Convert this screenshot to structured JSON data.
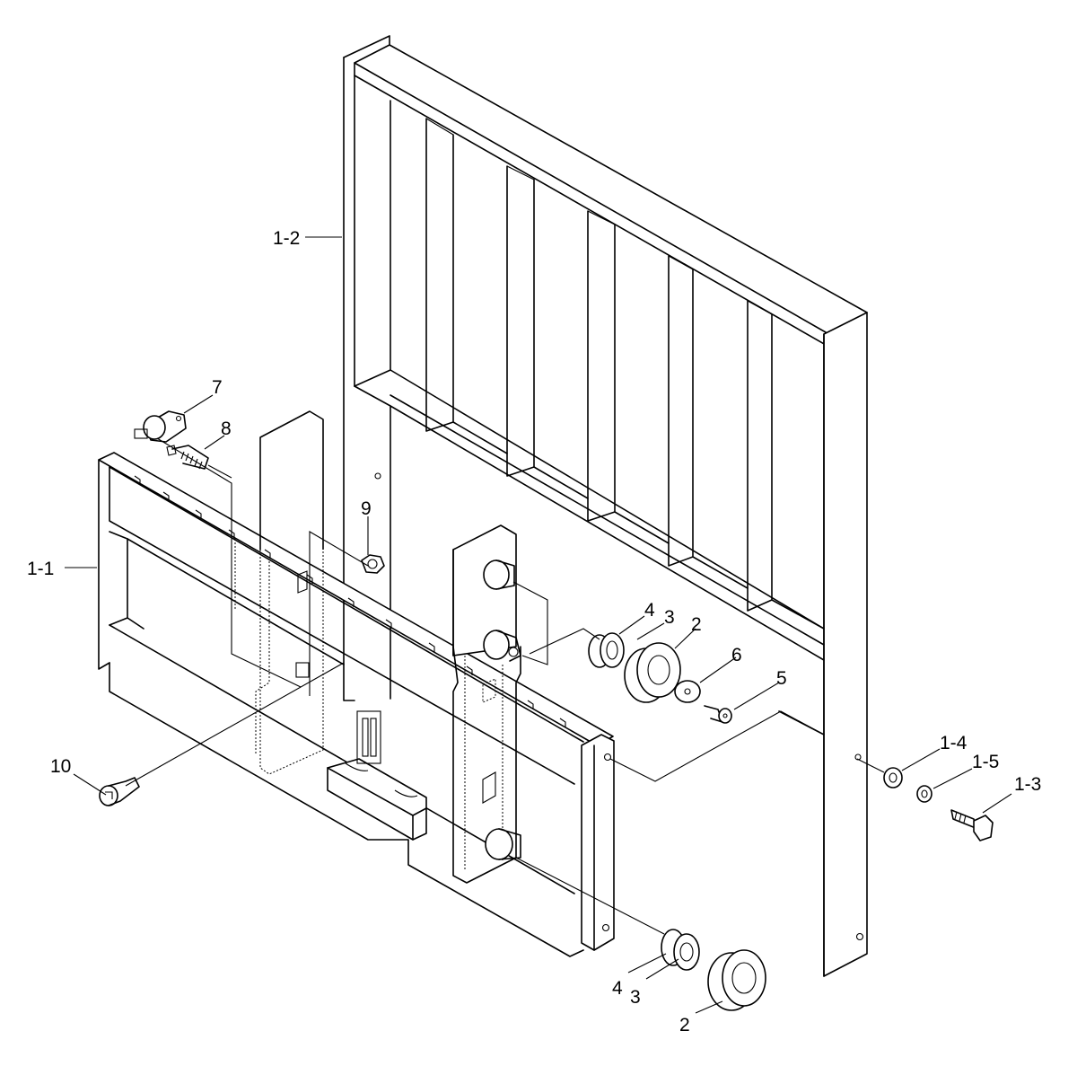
{
  "callouts": {
    "c_1_1": "1-1",
    "c_1_2": "1-2",
    "c_1_3": "1-3",
    "c_1_4": "1-4",
    "c_1_5": "1-5",
    "c_2_top": "2",
    "c_2_bottom": "2",
    "c_3_top": "3",
    "c_3_bottom": "3",
    "c_4_top": "4",
    "c_4_bottom": "4",
    "c_5": "5",
    "c_6": "6",
    "c_7": "7",
    "c_8": "8",
    "c_9": "9",
    "c_10": "10"
  }
}
